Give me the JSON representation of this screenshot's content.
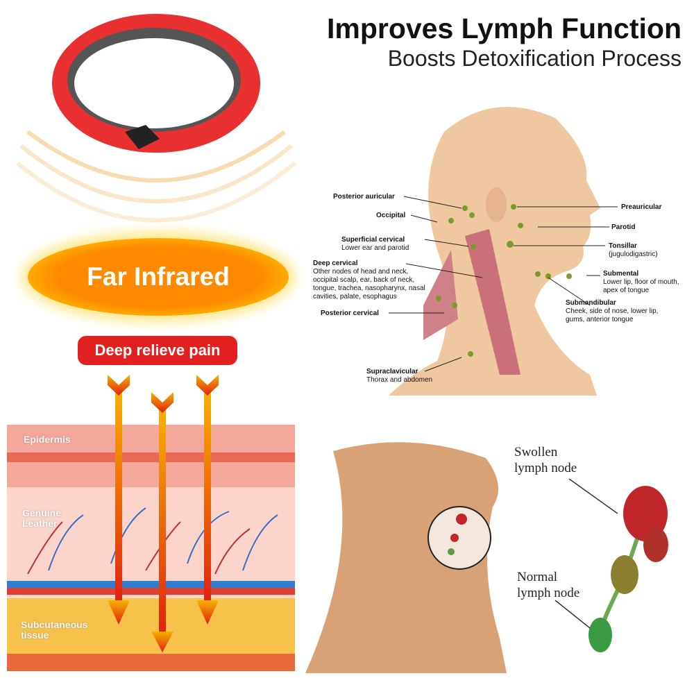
{
  "header": {
    "title": "Improves Lymph Function",
    "subtitle": "Boosts Detoxification Process"
  },
  "badges": {
    "far_infrared": "Far Infrared",
    "deep_relieve": "Deep relieve pain"
  },
  "skin_layers": {
    "epidermis": "Epidermis",
    "dermis": "Genuine Leather",
    "subcutaneous": "Subcutaneous tissue"
  },
  "lymph_diagram": {
    "left": [
      {
        "name": "Posterior auricular",
        "desc": ""
      },
      {
        "name": "Occipital",
        "desc": ""
      },
      {
        "name": "Superficial cervical",
        "desc": "Lower ear and parotid"
      },
      {
        "name": "Deep cervical",
        "desc": "Other nodes of head and neck, occipital scalp, ear, back of neck, tongue, trachea, nasopharynx, nasal cavities, palate, esophagus"
      },
      {
        "name": "Posterior cervical",
        "desc": ""
      },
      {
        "name": "Supraclavicular",
        "desc": "Thorax and abdomen"
      }
    ],
    "right": [
      {
        "name": "Preauricular",
        "desc": ""
      },
      {
        "name": "Parotid",
        "desc": ""
      },
      {
        "name": "Tonsillar",
        "desc": "(jugulodigastric)"
      },
      {
        "name": "Submental",
        "desc": "Lower lip, floor of mouth, apex of tongue"
      },
      {
        "name": "Submandibular",
        "desc": "Cheek, side of nose, lower lip, gums, anterior tongue"
      }
    ]
  },
  "nodes": {
    "swollen": "Swollen lymph node",
    "normal": "Normal lymph node"
  },
  "colors": {
    "red": "#e32020",
    "orange": "#ff8a00",
    "node_green": "#7a9a2a"
  }
}
